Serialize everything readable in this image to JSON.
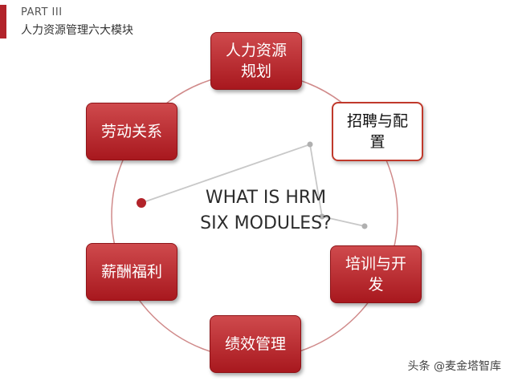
{
  "header": {
    "part": "PART III",
    "title": "人力资源管理六大模块"
  },
  "diagram": {
    "center_lines": [
      "WHAT IS HRM",
      "SIX MODULES?"
    ],
    "modules": [
      {
        "id": "hr-planning",
        "lines": [
          "人力资源",
          "规划"
        ]
      },
      {
        "id": "recruitment",
        "lines": [
          "招聘与配",
          "置"
        ],
        "highlighted": true
      },
      {
        "id": "training",
        "lines": [
          "培训与开",
          "发"
        ]
      },
      {
        "id": "performance",
        "lines": [
          "绩效管理"
        ]
      },
      {
        "id": "compensation",
        "lines": [
          "薪酬福利"
        ]
      },
      {
        "id": "labor-relations",
        "lines": [
          "劳动关系"
        ]
      }
    ]
  },
  "watermark": "头条 @麦金塔智库",
  "colors": {
    "accent": "#b2232a",
    "module_fill": "#b8282e",
    "ring": "#d08a8a",
    "connector": "#c8c8c8"
  }
}
